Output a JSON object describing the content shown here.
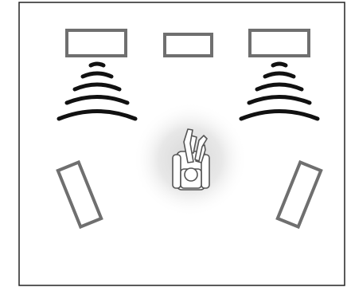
{
  "diagram": {
    "room": {
      "border_color": "#222222",
      "fill": "#ffffff"
    },
    "speakers": [
      {
        "name": "front-left-speaker",
        "shape": "rectangle",
        "emitting_sound": true
      },
      {
        "name": "center-speaker",
        "shape": "rectangle",
        "emitting_sound": false
      },
      {
        "name": "front-right-speaker",
        "shape": "rectangle",
        "emitting_sound": true
      },
      {
        "name": "surround-left-speaker",
        "shape": "rectangle",
        "emitting_sound": false
      },
      {
        "name": "surround-right-speaker",
        "shape": "rectangle",
        "emitting_sound": false
      }
    ],
    "sound_waves": {
      "arc_count": 5,
      "color": "#111111"
    },
    "listener": {
      "icon": "person-in-armchair-icon",
      "halo": "radial-gray"
    },
    "colors": {
      "speaker_outline": "#6f6f6f",
      "wave": "#111111",
      "halo_center": "#d9d9d9",
      "chair_outline": "#555555"
    }
  }
}
